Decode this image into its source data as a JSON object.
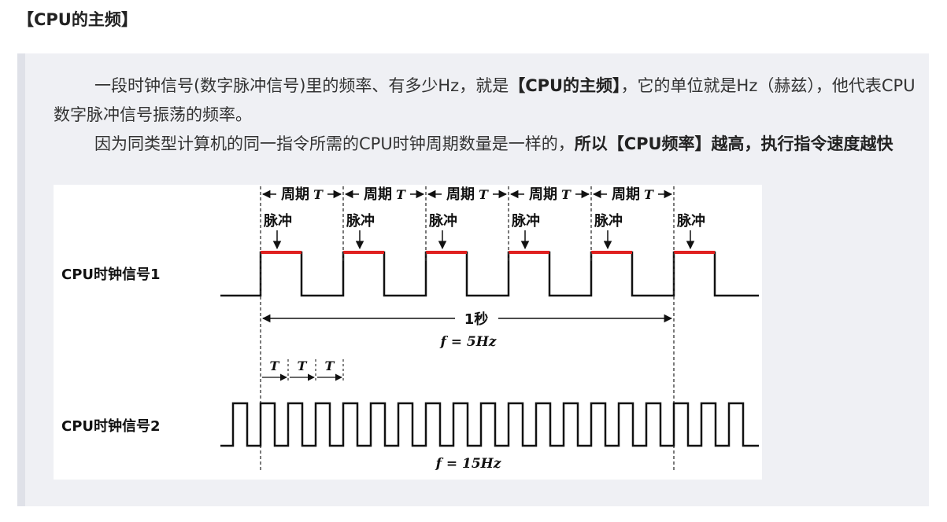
{
  "heading": "【CPU的主频】",
  "paragraph1": {
    "text1": "一段时钟信号(数字脉冲信号)里的频率、有多少Hz，就是",
    "bold1": "【CPU的主频】",
    "text2": "，它的单位就是Hz（赫兹），他代表CPU数字脉冲信号振荡的频率。"
  },
  "paragraph2": {
    "text1": "因为同类型计算机的同一指令所需的CPU时钟周期数量是一样的，",
    "bold1": "所以【CPU频率】越高，执行指令速度越快"
  },
  "figure": {
    "period_label": "周期",
    "period_symbol": "T",
    "pulse_label": "脉冲",
    "signal1_label": "CPU时钟信号1",
    "signal2_label": "CPU时钟信号2",
    "one_second_label": "1秒",
    "freq1_label": "f = 5Hz",
    "freq2_label": "f = 15Hz",
    "t_label": "T",
    "signal1_pulse_count": 6,
    "signal2_pulse_count": 19,
    "period_marker_count": 5,
    "t_marker_count": 3,
    "colors": {
      "signal": "#111111",
      "pulse_highlight": "#e0201f",
      "guide": "#333333"
    }
  }
}
